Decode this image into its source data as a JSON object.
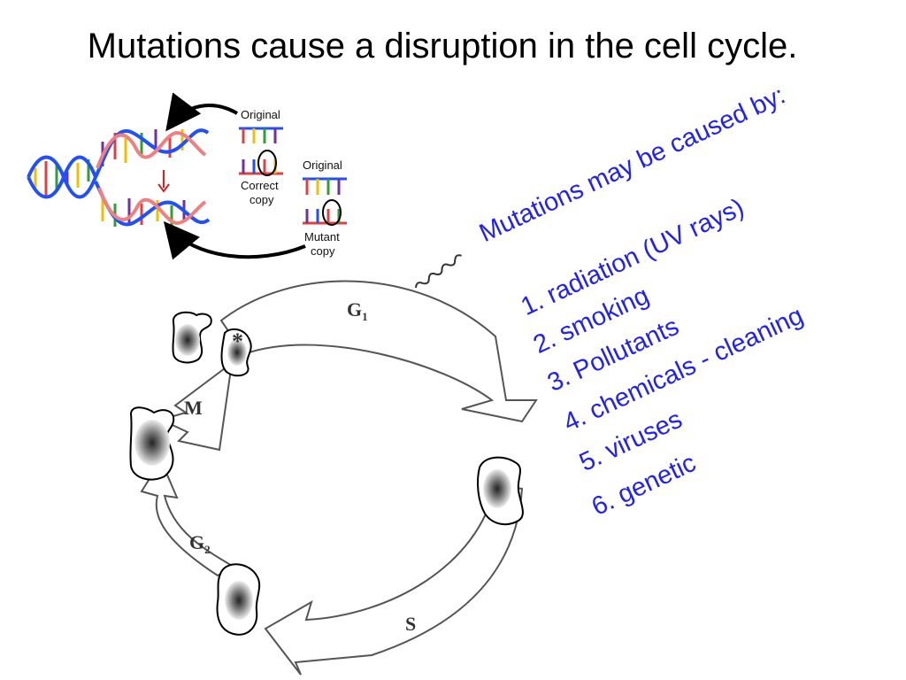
{
  "title": "Mutations cause a disruption in the cell cycle.",
  "colors": {
    "list_text": "#2020ff",
    "strand_blue": "#1f4fff",
    "strand_red": "#f08080",
    "arrow_red": "#d62020",
    "arrow_fill": "#ffffff",
    "arrow_stroke": "#555555"
  },
  "dna_panel": {
    "top_original": "Original",
    "correct_label": [
      "Correct",
      "copy"
    ],
    "bottom_original": "Original",
    "mutant_label": [
      "Mutant",
      "copy"
    ]
  },
  "cycle": {
    "phases": [
      {
        "key": "G",
        "sub": "1"
      },
      {
        "key": "S",
        "sub": ""
      },
      {
        "key": "G",
        "sub": "2"
      },
      {
        "key": "M",
        "sub": ""
      }
    ],
    "marker": "*"
  },
  "causes": {
    "heading": "Mutations may be caused by:",
    "items": [
      "1. radiation (UV rays)",
      "2. smoking",
      "3. Pollutants",
      "4. chemicals - cleaning",
      "5. viruses",
      "6. genetic"
    ]
  }
}
